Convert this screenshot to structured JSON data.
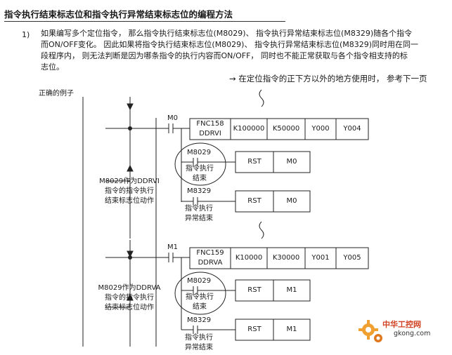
{
  "title": "指令执行结束标志位和指令执行异常结束标志位的编程方法",
  "para_num": "1)",
  "para_lines": [
    "如果编写多个定位指令， 那么指令执行结束标志位(M8029)、 指令执行异常结束标志位(M8329)随各个指令",
    "而ON/OFF变化。 因此如果将指令执行结束标志位(M8029)、 指令执行异常结束标志位(M8329)同时用在同一",
    "段程序内， 则无法判断是因为哪条指令的执行内容而ON/OFF， 同时也不能正常获取与各个指令相支持的标",
    "志位。"
  ],
  "note": "→ 在定位指令的正下方以外的地方使用时， 参考下一页",
  "example_label": "正确的例子",
  "left_labels": {
    "upper": [
      "M8029作为DDRVI",
      "指令的指令执行",
      "结束标志位动作"
    ],
    "lower": [
      "M8029作为DDRVA",
      "指令的指令执行",
      "结束标志位动作"
    ]
  },
  "rung1": {
    "contact": "M0",
    "instr": [
      "FNC158",
      "DDRVI"
    ],
    "args": [
      "K100000",
      "K50000",
      "Y000",
      "Y004"
    ],
    "done_contact": "M8029",
    "done_note": [
      "指令执行",
      "结束"
    ],
    "err_contact": "M8329",
    "err_note": [
      "指令执行",
      "异常结束"
    ],
    "reset_op": "RST",
    "reset_dev": "M0"
  },
  "rung2": {
    "contact": "M1",
    "instr": [
      "FNC159",
      "DDRVA"
    ],
    "args": [
      "K10000",
      "K30000",
      "Y001",
      "Y005"
    ],
    "done_contact": "M8029",
    "done_note": [
      "指令执行",
      "结束"
    ],
    "err_contact": "M8329",
    "err_note": [
      "指令执行",
      "异常结束"
    ],
    "reset_op": "RST",
    "reset_dev": "M1"
  },
  "watermark": {
    "brand": "中华工控网",
    "url": "gkong.com"
  }
}
